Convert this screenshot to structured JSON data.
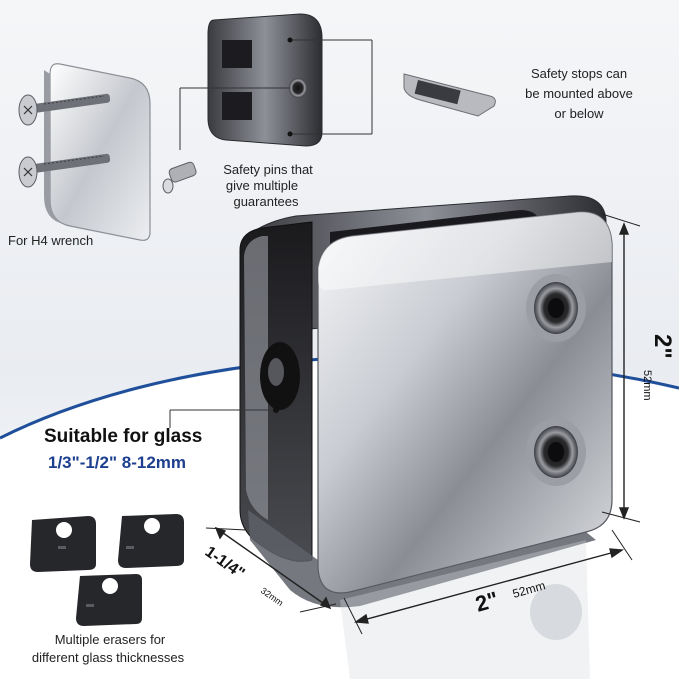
{
  "callouts": {
    "safety_stops": [
      "Safety stops can",
      "be mounted above",
      "or below"
    ],
    "safety_pins": [
      "Safety pins that",
      "give multiple",
      "guarantees"
    ],
    "h4_wrench": "For H4 wrench",
    "erasers": [
      "Multiple erasers for",
      "different glass thicknesses"
    ]
  },
  "glass": {
    "heading": "Suitable for glass",
    "range": "1/3\"-1/2\" 8-12mm"
  },
  "dimensions": {
    "height": {
      "inch": "2\"",
      "mm": "52mm"
    },
    "width": {
      "inch": "2\"",
      "mm": "52mm"
    },
    "depth": {
      "inch": "1-1/4\"",
      "mm": "32mm"
    }
  },
  "colors": {
    "accent_blue": "#1f4f9a",
    "chrome_dark": "#2b2b2f",
    "chrome_light": "#eef1f5",
    "glass_label": "#1d3f8f"
  }
}
